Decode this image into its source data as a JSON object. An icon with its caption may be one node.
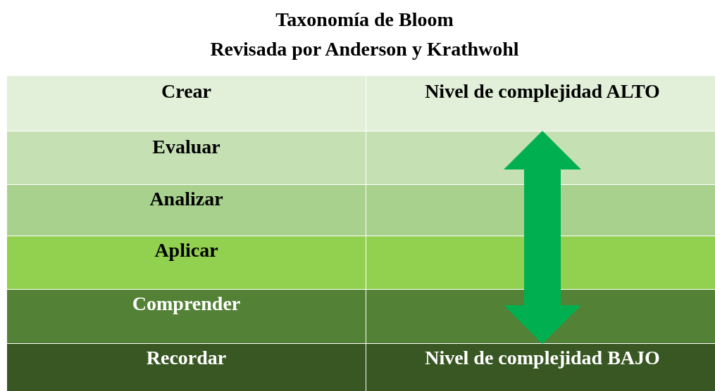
{
  "diagram": {
    "title": "Taxonomía de Bloom",
    "nodes": [
      {
        "text": [
          "Nivel de complejidad ALTO"
        ]
      },
      {
        "text": [
          "Nivel de complejidad BAJO"
        ]
      }
    ],
    "edges": [
      {
        "from": 1,
        "to": 0,
        "arrow": "both"
      }
    ],
    "labels": [
      "Revisada por Anderson y Krathwohl",
      "Crear",
      "Evaluar",
      "Analizar",
      "Aplicar",
      "Comprender",
      "Recordar"
    ]
  }
}
